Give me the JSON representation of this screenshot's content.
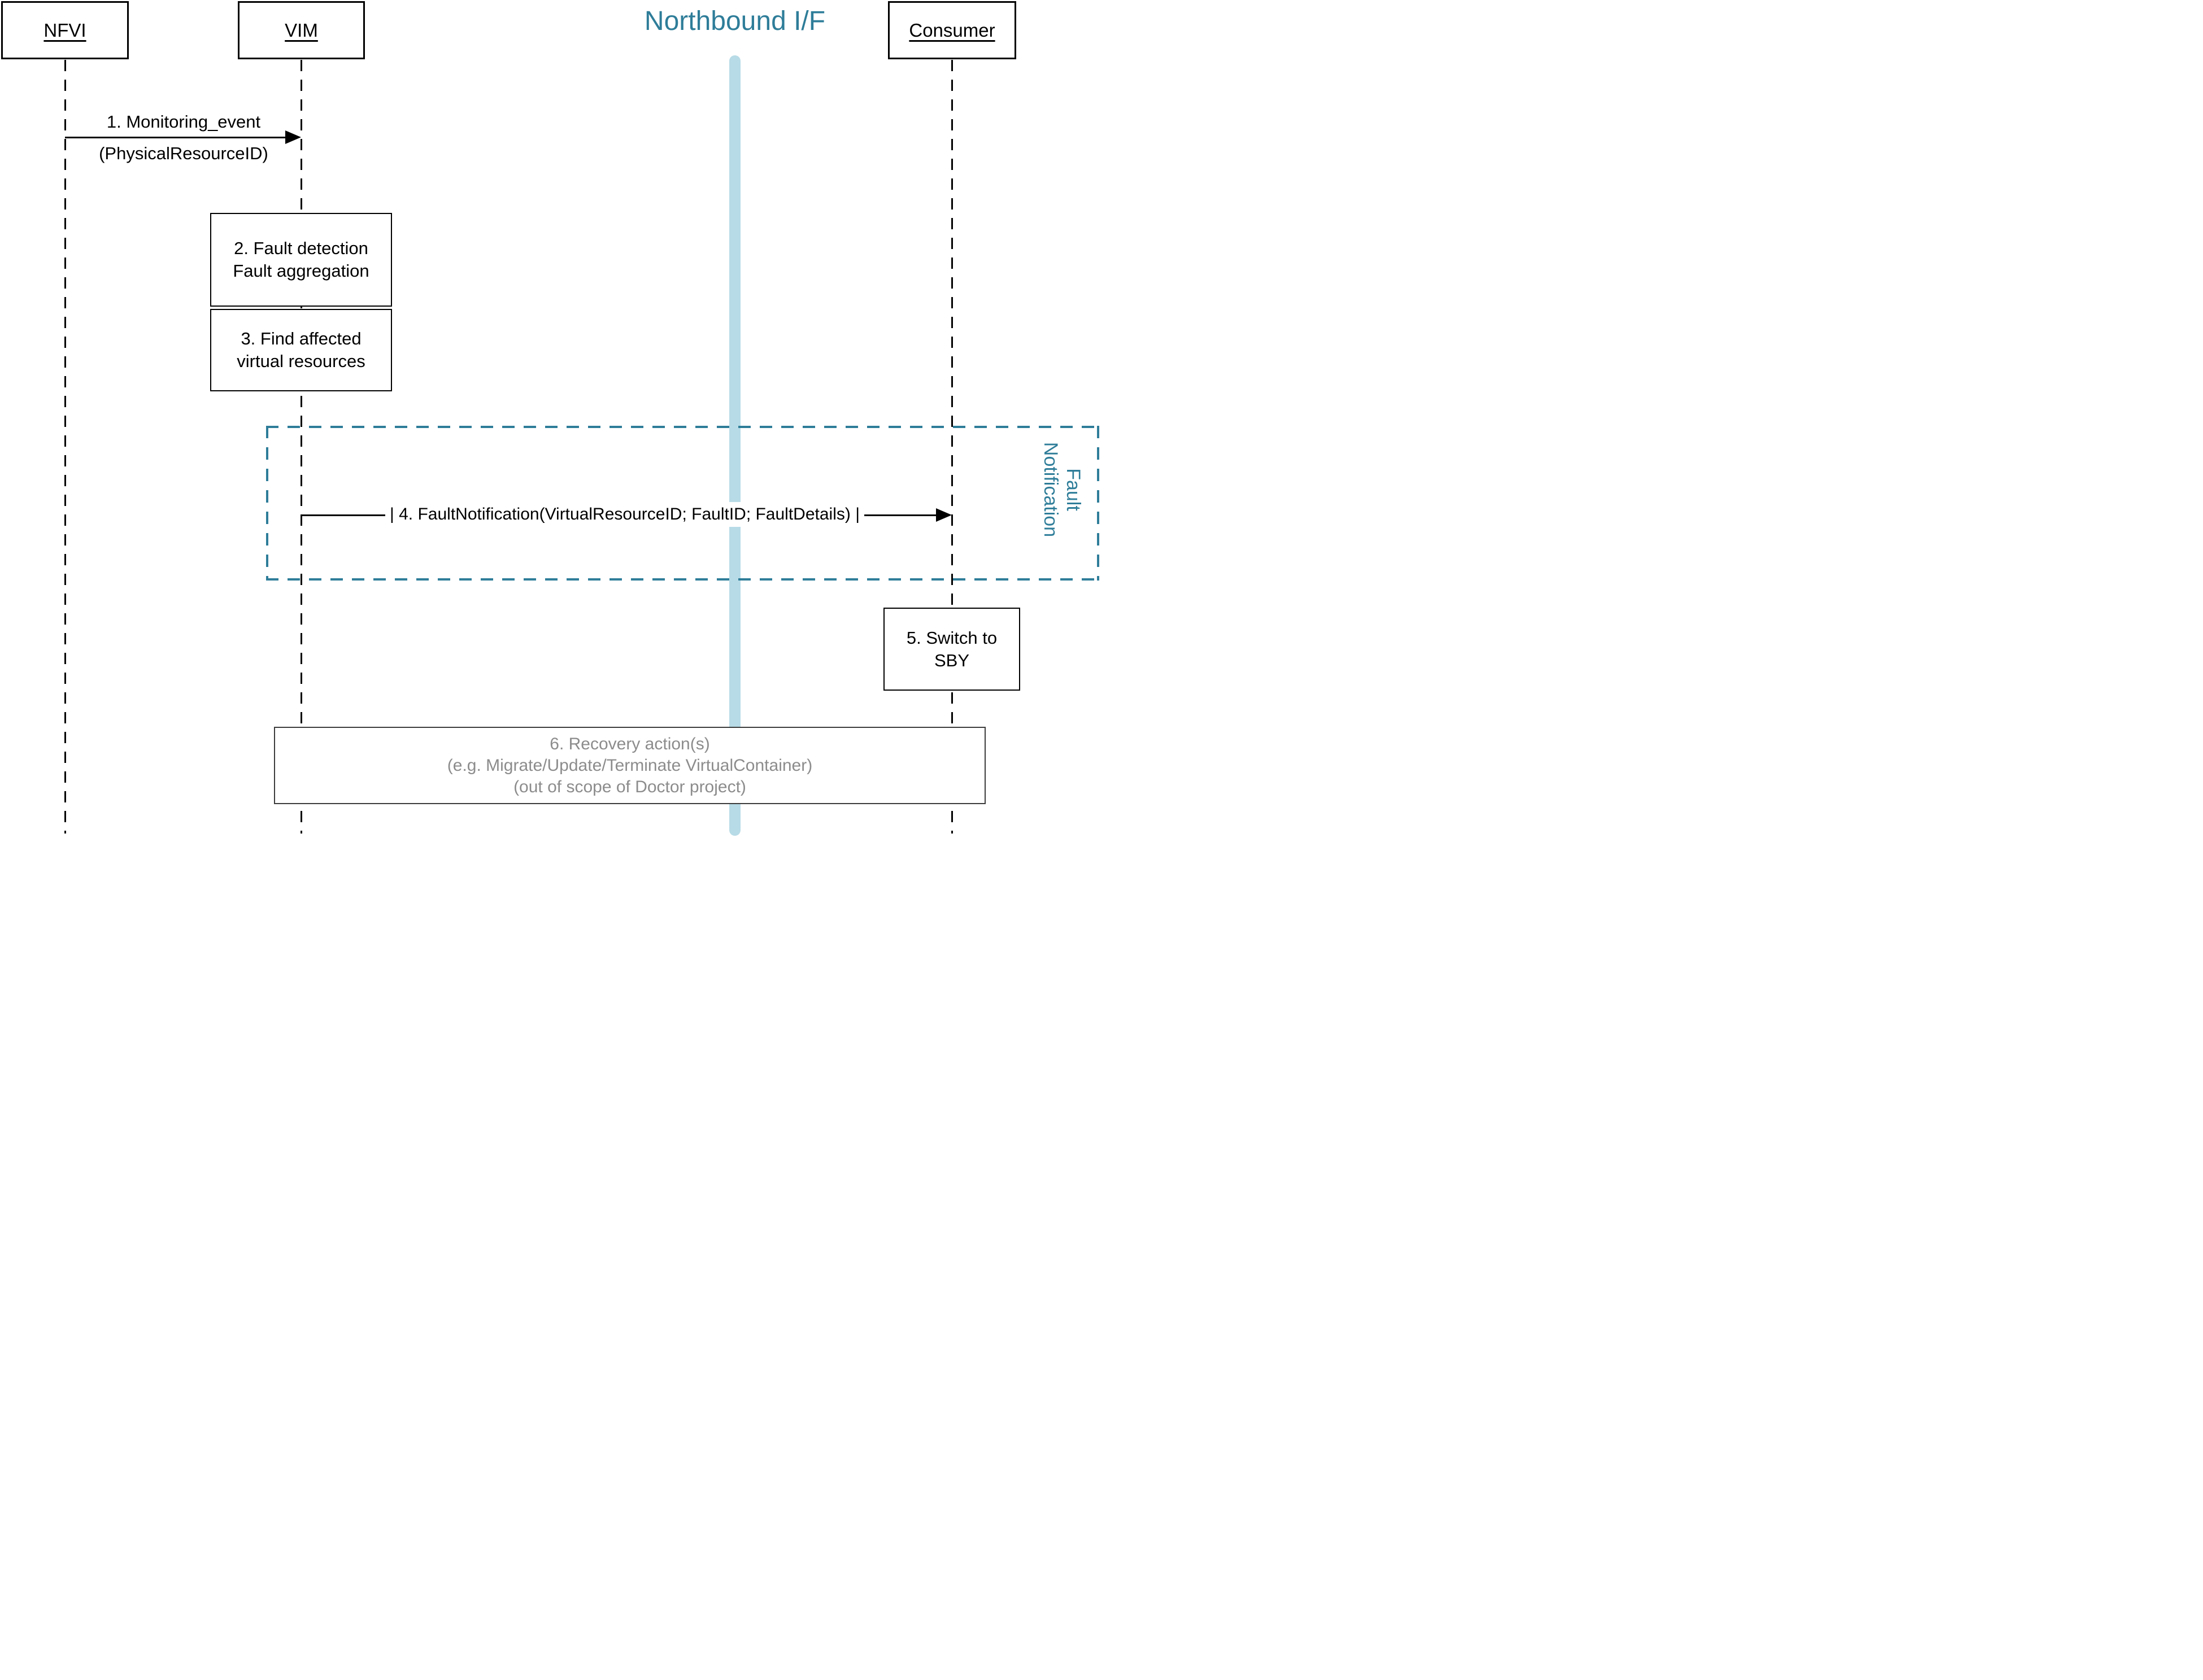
{
  "title": {
    "text": "Northbound I/F"
  },
  "participants": [
    {
      "label": "NFVI"
    },
    {
      "label": "VIM"
    },
    {
      "label": "Consumer"
    }
  ],
  "messages": {
    "m1": {
      "line1": "1. Monitoring_event",
      "line2": "(PhysicalResourceID)"
    },
    "m4": {
      "label": "| 4. FaultNotification(VirtualResourceID; FaultID; FaultDetails) |"
    }
  },
  "steps": {
    "step2": {
      "line1": "2. Fault detection",
      "line2": "Fault aggregation"
    },
    "step3": {
      "line1": "3. Find affected",
      "line2": "virtual resources"
    },
    "step5": {
      "line1": "5. Switch to",
      "line2": "SBY"
    },
    "step6": {
      "line1": "6. Recovery action(s)",
      "line2": "(e.g. Migrate/Update/Terminate VirtualContainer)",
      "line3": "(out of scope of Doctor project)"
    }
  },
  "group": {
    "line1": "Fault",
    "line2": "Notification"
  },
  "colors": {
    "teal": "#2E7D99",
    "band_blue": "#B7DBE7",
    "gray_text": "#8C8C8C",
    "line_black": "#000000"
  }
}
